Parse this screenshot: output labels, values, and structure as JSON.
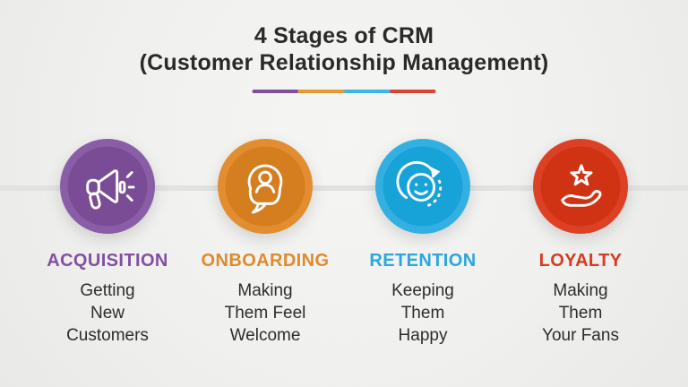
{
  "title": {
    "line1": "4 Stages of CRM",
    "line2": "(Customer Relationship Management)"
  },
  "divider_colors": [
    "#7c4f9f",
    "#e39a33",
    "#3ab5e5",
    "#d9452e"
  ],
  "timeline_color": "#e2e2e0",
  "stages": [
    {
      "name": "ACQUISITION",
      "desc_lines": [
        "Getting",
        "New",
        "Customers"
      ],
      "icon": "megaphone-icon",
      "circle_color": "#8a5ea7",
      "circle_inner_color": "#7a4c96",
      "label_color": "#8150a3"
    },
    {
      "name": "ONBOARDING",
      "desc_lines": [
        "Making",
        "Them Feel",
        "Welcome"
      ],
      "icon": "person-speech-bubble-icon",
      "circle_color": "#e28d30",
      "circle_inner_color": "#d47e1f",
      "label_color": "#e08a2e"
    },
    {
      "name": "RETENTION",
      "desc_lines": [
        "Keeping",
        "Them",
        "Happy"
      ],
      "icon": "smiley-refresh-icon",
      "circle_color": "#33b0e2",
      "circle_inner_color": "#17a2d8",
      "label_color": "#2aa7de"
    },
    {
      "name": "LOYALTY",
      "desc_lines": [
        "Making",
        "Them",
        "Your Fans"
      ],
      "icon": "hand-star-icon",
      "circle_color": "#dc4125",
      "circle_inner_color": "#d03214",
      "label_color": "#d73b20"
    }
  ]
}
